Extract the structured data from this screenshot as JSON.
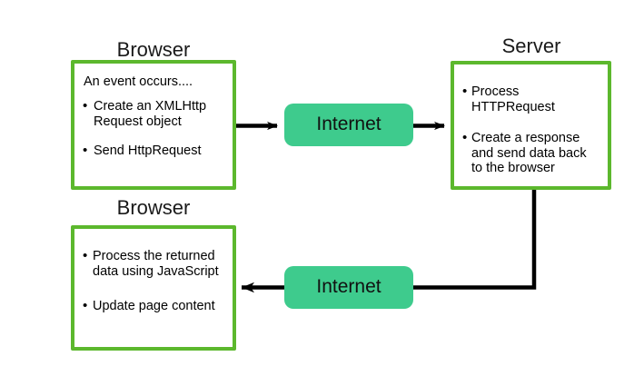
{
  "diagram": {
    "title_browser_top": "Browser",
    "title_server": "Server",
    "title_browser_bottom": "Browser",
    "colors": {
      "box_border_green": "#5cb82d",
      "internet_fill_green": "#3ecb8d",
      "arrow_black": "#000000",
      "background": "#ffffff",
      "text": "#1a1a1a"
    },
    "browser_top": {
      "lead": "An event occurs....",
      "bullets": [
        "Create an XMLHttp Request object",
        "Send HttpRequest"
      ]
    },
    "server": {
      "bullets": [
        "Process HTTPRequest",
        "Create a response and send data back to the browser"
      ]
    },
    "browser_bottom": {
      "bullets": [
        "Process the returned data using JavaScript",
        "Update page content"
      ]
    },
    "internet_top": {
      "label": "Internet"
    },
    "internet_bottom": {
      "label": "Internet"
    },
    "connectors": [
      {
        "name": "browser-top-to-internet-top",
        "direction": "right"
      },
      {
        "name": "internet-top-to-server",
        "direction": "right"
      },
      {
        "name": "server-to-internet-bottom",
        "direction": "down-then-left"
      },
      {
        "name": "internet-bottom-to-browser-bottom",
        "direction": "left"
      }
    ]
  }
}
